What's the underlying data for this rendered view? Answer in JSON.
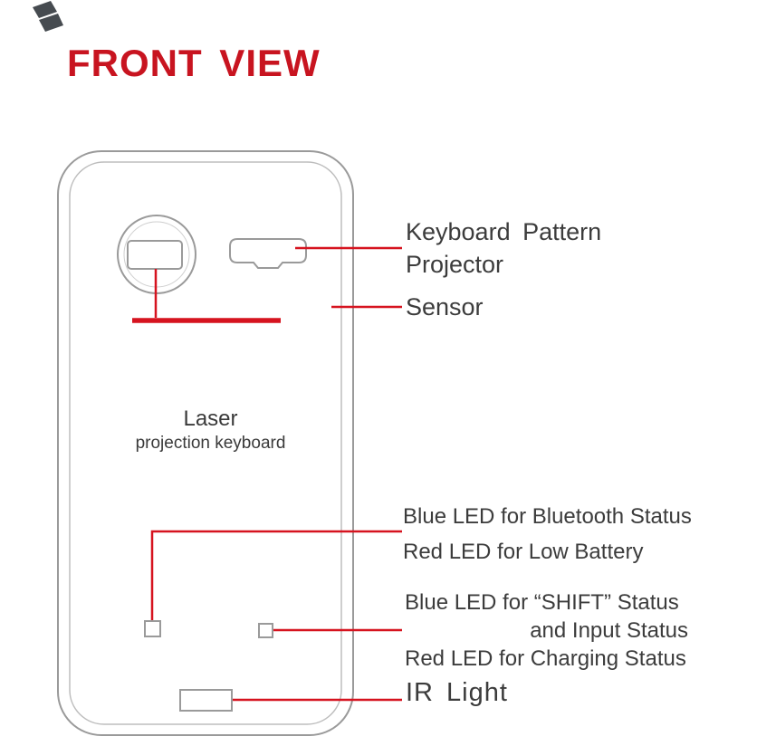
{
  "title": "FRONT VIEW",
  "device": {
    "line1": "Laser",
    "line2": "projection keyboard"
  },
  "callouts": {
    "projector": {
      "line1": "Keyboard Pattern",
      "line2": "Projector"
    },
    "sensor": "Sensor",
    "status_top": {
      "line1": "Blue LED for Bluetooth Status",
      "line2": "Red LED for Low Battery"
    },
    "status_bottom": {
      "line1": "Blue LED for “SHIFT” Status",
      "line2": "and Input Status",
      "line3": "Red LED for Charging Status"
    },
    "ir": "IR Light"
  },
  "colors": {
    "accent_red": "#d6131f",
    "title_red": "#c81420",
    "outline_gray": "#9a9a9a",
    "text": "#3c3c3c"
  }
}
